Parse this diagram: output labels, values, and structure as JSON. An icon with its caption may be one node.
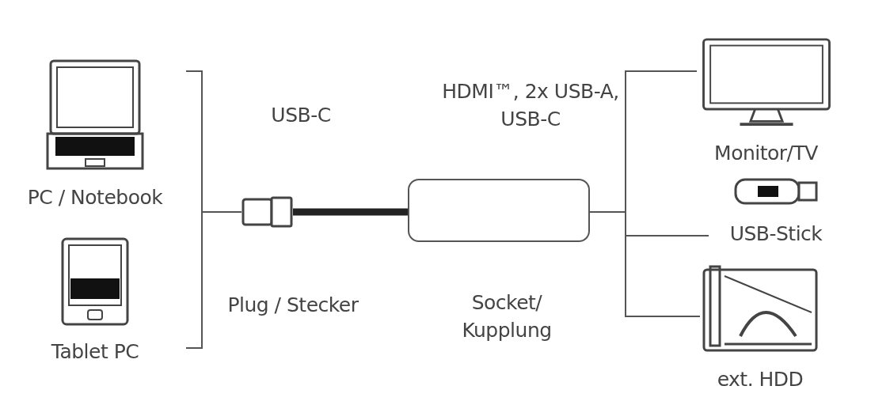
{
  "diagram": {
    "nodes": [
      {
        "text": [
          "PC / Notebook"
        ]
      },
      {
        "text": [
          "Tablet PC"
        ]
      },
      {
        "text": [],
        "shape": "box",
        "beside": [
          "USB-C",
          "Plug / Stecker"
        ]
      },
      {
        "text": [],
        "shape": "box",
        "beside": [
          "HDMI™, 2x USB-A, USB-C",
          "Socket/ Kupplung"
        ]
      },
      {
        "text": [
          "Monitor/TV"
        ]
      },
      {
        "text": [
          "USB-Stick"
        ]
      },
      {
        "text": [
          "ext. HDD"
        ]
      }
    ],
    "edges": [
      {
        "from": 0,
        "to": 2,
        "arrow": "none"
      },
      {
        "from": 1,
        "to": 2,
        "arrow": "none"
      },
      {
        "from": 2,
        "to": 3,
        "arrow": "none",
        "style": "thick"
      },
      {
        "from": 3,
        "to": 4,
        "arrow": "none"
      },
      {
        "from": 3,
        "to": 5,
        "arrow": "none"
      },
      {
        "from": 3,
        "to": 6,
        "arrow": "none"
      }
    ]
  }
}
